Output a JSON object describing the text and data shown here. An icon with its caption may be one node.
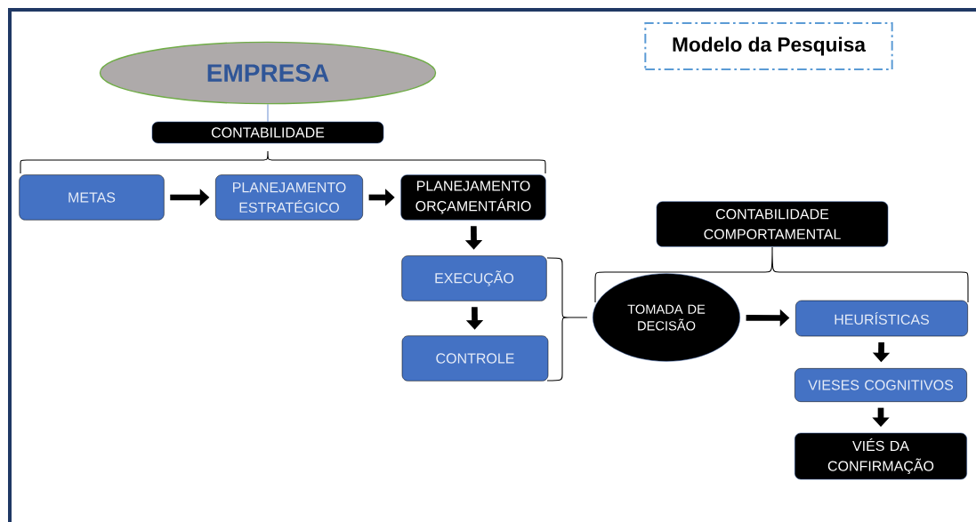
{
  "diagram": {
    "title": "Modelo da Pesquisa",
    "nodes": [
      {
        "text": [
          "EMPRESA"
        ]
      },
      {
        "text": [
          "CONTABILIDADE"
        ]
      },
      {
        "text": [
          "METAS"
        ]
      },
      {
        "text": [
          "PLANEJAMENTO ESTRATÉGICO"
        ]
      },
      {
        "text": [
          "PLANEJAMENTO ORÇAMENTÁRIO"
        ]
      },
      {
        "text": [
          "EXECUÇÃO"
        ]
      },
      {
        "text": [
          "CONTROLE"
        ]
      },
      {
        "text": [
          "CONTABILIDADE COMPORTAMENTAL"
        ]
      },
      {
        "text": [
          "TOMADA DE DECISÃO"
        ]
      },
      {
        "text": [
          "HEURÍSTICAS"
        ]
      },
      {
        "text": [
          "VIESES COGNITIVOS"
        ]
      },
      {
        "text": [
          "VIÉS DA CONFIRMAÇÃO"
        ]
      }
    ],
    "edges": [
      {
        "from": 0,
        "to": 1,
        "arrow": "none",
        "color": "#4472c4"
      },
      {
        "from": 2,
        "to": 3,
        "arrow": "to"
      },
      {
        "from": 3,
        "to": 4,
        "arrow": "to"
      },
      {
        "from": 4,
        "to": 5,
        "arrow": "to"
      },
      {
        "from": 5,
        "to": 6,
        "arrow": "to"
      },
      {
        "from": 8,
        "to": 9,
        "arrow": "to"
      },
      {
        "from": 9,
        "to": 10,
        "arrow": "to"
      },
      {
        "from": 10,
        "to": 11,
        "arrow": "to"
      }
    ]
  }
}
